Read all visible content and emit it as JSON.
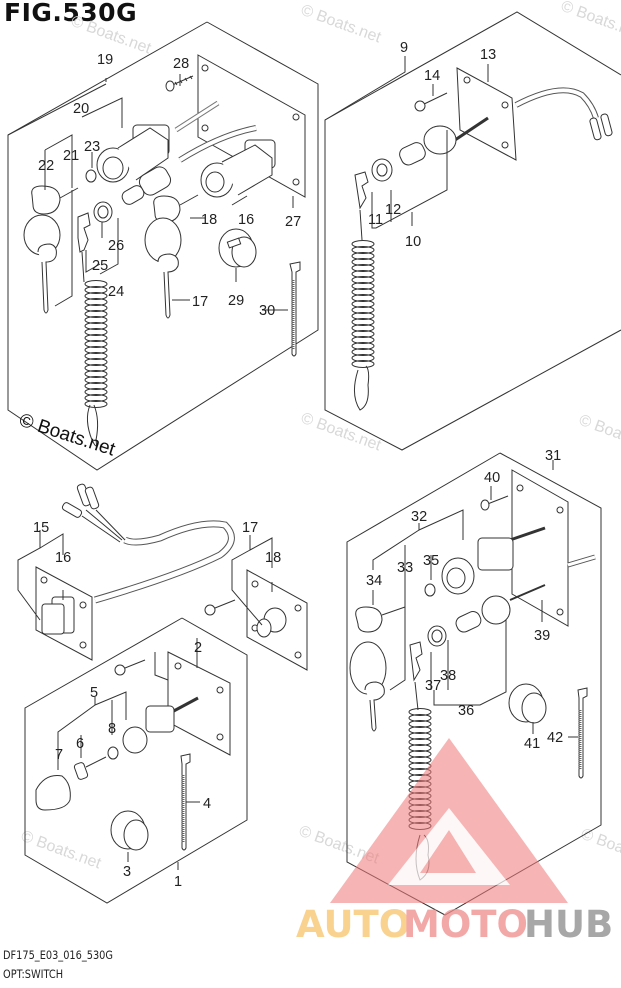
{
  "figure": {
    "title": "FIG.530G",
    "code": "DF175_E03_016_530G",
    "subtitle": "OPT:SWITCH"
  },
  "watermarks": {
    "boats_net": "© Boats.net",
    "boats_net_faint": "© Boats.net"
  },
  "logo": {
    "part1": "AUTO",
    "part2": "MOTO",
    "part3": "HUB",
    "color_auto": "#f9c36a",
    "color_moto": "#f08b8b",
    "color_hub": "#8a8a8a",
    "triangle_color": "#f07a7a"
  },
  "panels": {
    "top_left": {
      "callouts": [
        "19",
        "28",
        "20",
        "23",
        "22",
        "21",
        "26",
        "18",
        "16",
        "27",
        "25",
        "24",
        "17",
        "29",
        "30"
      ]
    },
    "top_right": {
      "callouts": [
        "9",
        "13",
        "14",
        "11",
        "12",
        "10"
      ]
    },
    "middle_left": {
      "callouts": [
        "15",
        "16",
        "17",
        "18"
      ]
    },
    "bottom_left": {
      "callouts": [
        "2",
        "5",
        "8",
        "6",
        "7",
        "4",
        "3",
        "1"
      ]
    },
    "bottom_right": {
      "callouts": [
        "31",
        "40",
        "32",
        "35",
        "33",
        "34",
        "39",
        "38",
        "37",
        "36",
        "41",
        "42"
      ]
    }
  },
  "colors": {
    "line": "#333333",
    "watermark": "#d8d8d8"
  }
}
